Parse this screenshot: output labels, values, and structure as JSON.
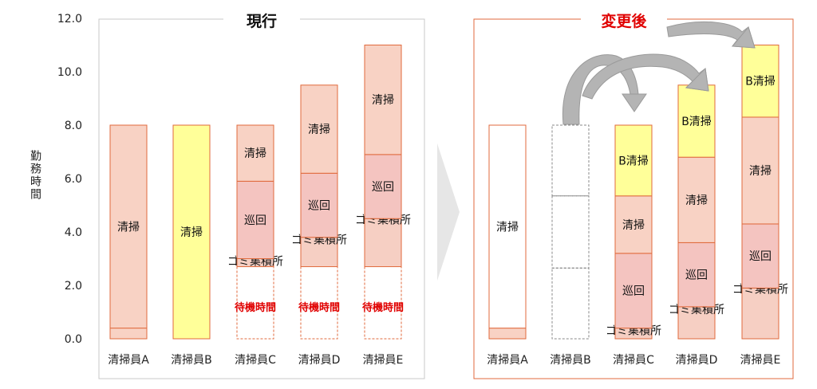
{
  "colors": {
    "cleaning": "#f8d2c4",
    "patrol": "#f4c4c0",
    "garbage": "#f6cfc3",
    "cleaning_b": "#ffff99",
    "empty": "#ffffff",
    "border": "#e06a3c",
    "wait_text": "#e00000",
    "title_new": "#e00000",
    "arrow": "#b4b4b4"
  },
  "chart_data": [
    {
      "type": "bar",
      "stacked": true,
      "title": "現行",
      "ylabel": "勤務時間",
      "ylim": [
        0,
        12
      ],
      "yticks": [
        "0.0",
        "2.0",
        "4.0",
        "6.0",
        "8.0",
        "10.0",
        "12.0"
      ],
      "categories": [
        "清掃員A",
        "清掃員B",
        "清掃員C",
        "清掃員D",
        "清掃員E"
      ],
      "bars": [
        {
          "category": "清掃員A",
          "segments": [
            {
              "from": 0.0,
              "to": 0.4,
              "kind": "cleaning",
              "label": ""
            },
            {
              "from": 0.4,
              "to": 8.0,
              "kind": "cleaning",
              "label": "清掃"
            }
          ]
        },
        {
          "category": "清掃員B",
          "segments": [
            {
              "from": 0.0,
              "to": 8.0,
              "kind": "cleaning_b",
              "label": "清掃"
            }
          ]
        },
        {
          "category": "清掃員C",
          "segments": [
            {
              "from": 0.0,
              "to": 2.7,
              "kind": "wait",
              "label": "待機時間"
            },
            {
              "from": 2.7,
              "to": 3.0,
              "kind": "garbage",
              "label": "ゴミ集積所"
            },
            {
              "from": 3.0,
              "to": 5.9,
              "kind": "patrol",
              "label": "巡回"
            },
            {
              "from": 5.9,
              "to": 8.0,
              "kind": "cleaning",
              "label": "清掃"
            }
          ]
        },
        {
          "category": "清掃員D",
          "segments": [
            {
              "from": 0.0,
              "to": 2.7,
              "kind": "wait",
              "label": "待機時間"
            },
            {
              "from": 2.7,
              "to": 3.8,
              "kind": "garbage",
              "label": "ゴミ集積所"
            },
            {
              "from": 3.8,
              "to": 6.2,
              "kind": "patrol",
              "label": "巡回"
            },
            {
              "from": 6.2,
              "to": 9.5,
              "kind": "cleaning",
              "label": "清掃"
            }
          ]
        },
        {
          "category": "清掃員E",
          "segments": [
            {
              "from": 0.0,
              "to": 2.7,
              "kind": "wait",
              "label": "待機時間"
            },
            {
              "from": 2.7,
              "to": 4.5,
              "kind": "garbage",
              "label": "ゴミ集積所"
            },
            {
              "from": 4.5,
              "to": 6.9,
              "kind": "patrol",
              "label": "巡回"
            },
            {
              "from": 6.9,
              "to": 11.0,
              "kind": "cleaning",
              "label": "清掃"
            }
          ]
        }
      ]
    },
    {
      "type": "bar",
      "stacked": true,
      "title": "変更後",
      "ylim": [
        0,
        12
      ],
      "categories": [
        "清掃員A",
        "清掃員B",
        "清掃員C",
        "清掃員D",
        "清掃員E"
      ],
      "bars": [
        {
          "category": "清掃員A",
          "segments": [
            {
              "from": 0.0,
              "to": 0.4,
              "kind": "cleaning",
              "label": ""
            },
            {
              "from": 0.4,
              "to": 8.0,
              "kind": "empty",
              "label": "清掃"
            }
          ]
        },
        {
          "category": "清掃員B",
          "segments": [
            {
              "from": 0.0,
              "to": 2.65,
              "kind": "moved",
              "label": ""
            },
            {
              "from": 2.65,
              "to": 5.35,
              "kind": "moved",
              "label": ""
            },
            {
              "from": 5.35,
              "to": 8.0,
              "kind": "moved",
              "label": ""
            }
          ]
        },
        {
          "category": "清掃員C",
          "segments": [
            {
              "from": 0.0,
              "to": 0.4,
              "kind": "garbage",
              "label": "ゴミ集積所"
            },
            {
              "from": 0.4,
              "to": 3.2,
              "kind": "patrol",
              "label": "巡回"
            },
            {
              "from": 3.2,
              "to": 5.35,
              "kind": "cleaning",
              "label": "清掃"
            },
            {
              "from": 5.35,
              "to": 8.0,
              "kind": "cleaning_b",
              "label": "B清掃"
            }
          ]
        },
        {
          "category": "清掃員D",
          "segments": [
            {
              "from": 0.0,
              "to": 1.2,
              "kind": "garbage",
              "label": "ゴミ集積所"
            },
            {
              "from": 1.2,
              "to": 3.6,
              "kind": "patrol",
              "label": "巡回"
            },
            {
              "from": 3.6,
              "to": 6.8,
              "kind": "cleaning",
              "label": "清掃"
            },
            {
              "from": 6.8,
              "to": 9.5,
              "kind": "cleaning_b",
              "label": "B清掃"
            }
          ]
        },
        {
          "category": "清掃員E",
          "segments": [
            {
              "from": 0.0,
              "to": 1.9,
              "kind": "garbage",
              "label": "ゴミ集積所"
            },
            {
              "from": 1.9,
              "to": 4.3,
              "kind": "patrol",
              "label": "巡回"
            },
            {
              "from": 4.3,
              "to": 8.3,
              "kind": "cleaning",
              "label": "清掃"
            },
            {
              "from": 8.3,
              "to": 11.0,
              "kind": "cleaning_b",
              "label": "B清掃"
            }
          ]
        }
      ]
    }
  ]
}
